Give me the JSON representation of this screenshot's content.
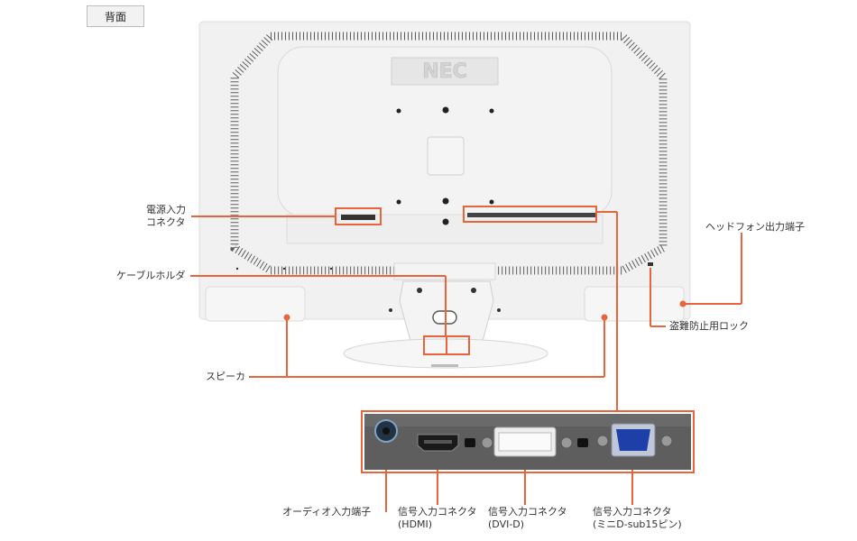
{
  "tab": {
    "label": "背面"
  },
  "monitor": {
    "brand": "NEC"
  },
  "labels": {
    "power": {
      "line1": "電源入力",
      "line2": "コネクタ"
    },
    "cable": {
      "text": "ケーブルホルダ"
    },
    "speaker": {
      "text": "スピーカ"
    },
    "headphone": {
      "text": "ヘッドフォン出力端子"
    },
    "lock": {
      "text": "盗難防止用ロック"
    },
    "audio": {
      "text": "オーディオ入力端子"
    },
    "hdmi": {
      "line1": "信号入力コネクタ",
      "line2": "(HDMI)"
    },
    "dvi": {
      "line1": "信号入力コネクタ",
      "line2": "(DVI-D)"
    },
    "dsub": {
      "line1": "信号入力コネクタ",
      "line2": "(ミニD-sub15ピン)"
    }
  },
  "colors": {
    "accent": "#e8643c",
    "body": "#f1f1f1",
    "panel": "#5a5a5a"
  }
}
